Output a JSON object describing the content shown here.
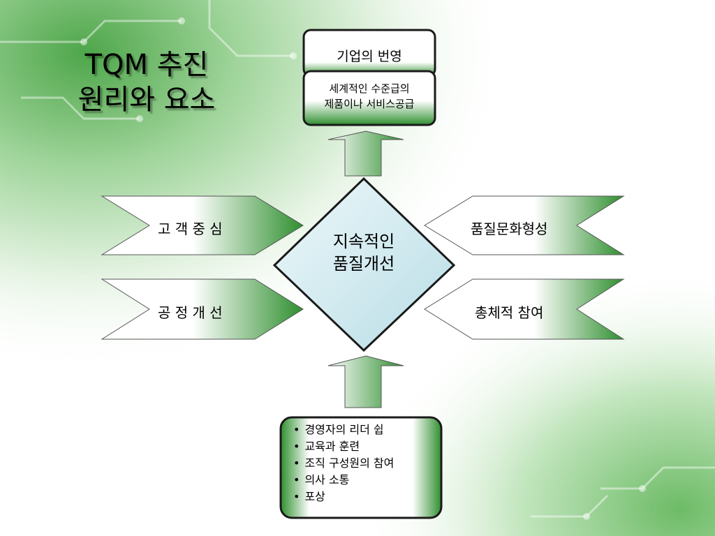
{
  "slide": {
    "title_line1": "TQM 추진",
    "title_line2": "원리와 요소"
  },
  "top": {
    "header": "기업의 번영",
    "sub_line1": "세계적인 수준급의",
    "sub_line2": "제품이나 서비스공급"
  },
  "center": {
    "line1": "지속적인",
    "line2": "품질개선"
  },
  "left": [
    "고 객 중 심",
    "공 정 개 선"
  ],
  "right": [
    "품질문화형성",
    "총체적  참여"
  ],
  "bottom": {
    "items": [
      "경영자의 리더 쉽",
      "교육과 훈련",
      "조직 구성원의 참여",
      "의사 소통",
      "포상"
    ]
  },
  "colors": {
    "accent_green": "#2f8f2f",
    "box_dark_green": "#3a8a3a",
    "outline": "#1a1a1a"
  }
}
